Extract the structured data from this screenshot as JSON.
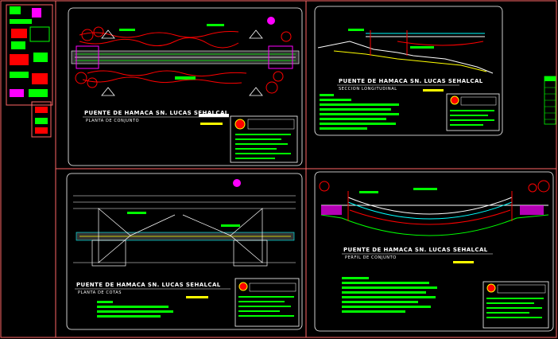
{
  "sheets": [
    {
      "id": "planta-conjunto",
      "title": "PUENTE DE HAMACA SN. LUCAS SEHALCAL",
      "subtitle": "PLANTA DE CONJUNTO"
    },
    {
      "id": "seccion-longitudinal",
      "title": "PUENTE DE HAMACA SN. LUCAS SEHALCAL",
      "subtitle": "SECCION LONGITUDINAL"
    },
    {
      "id": "planta-cotas",
      "title": "PUENTE DE HAMACA SN. LUCAS SEHALCAL",
      "subtitle": "PLANTA DE COTAS"
    },
    {
      "id": "perfil-conjunto",
      "title": "PUENTE DE HAMACA SN. LUCAS SEHALCAL",
      "subtitle": "PERFIL DE CONJUNTO"
    }
  ],
  "colors": {
    "background": "#000000",
    "sheet_border": "#ff6666",
    "annotation": "#00ff00",
    "river": "#ff0000",
    "deck": "#ffffff",
    "highlight": "#ffff00",
    "accent": "#ff00ff",
    "structure": "#00ffff"
  }
}
